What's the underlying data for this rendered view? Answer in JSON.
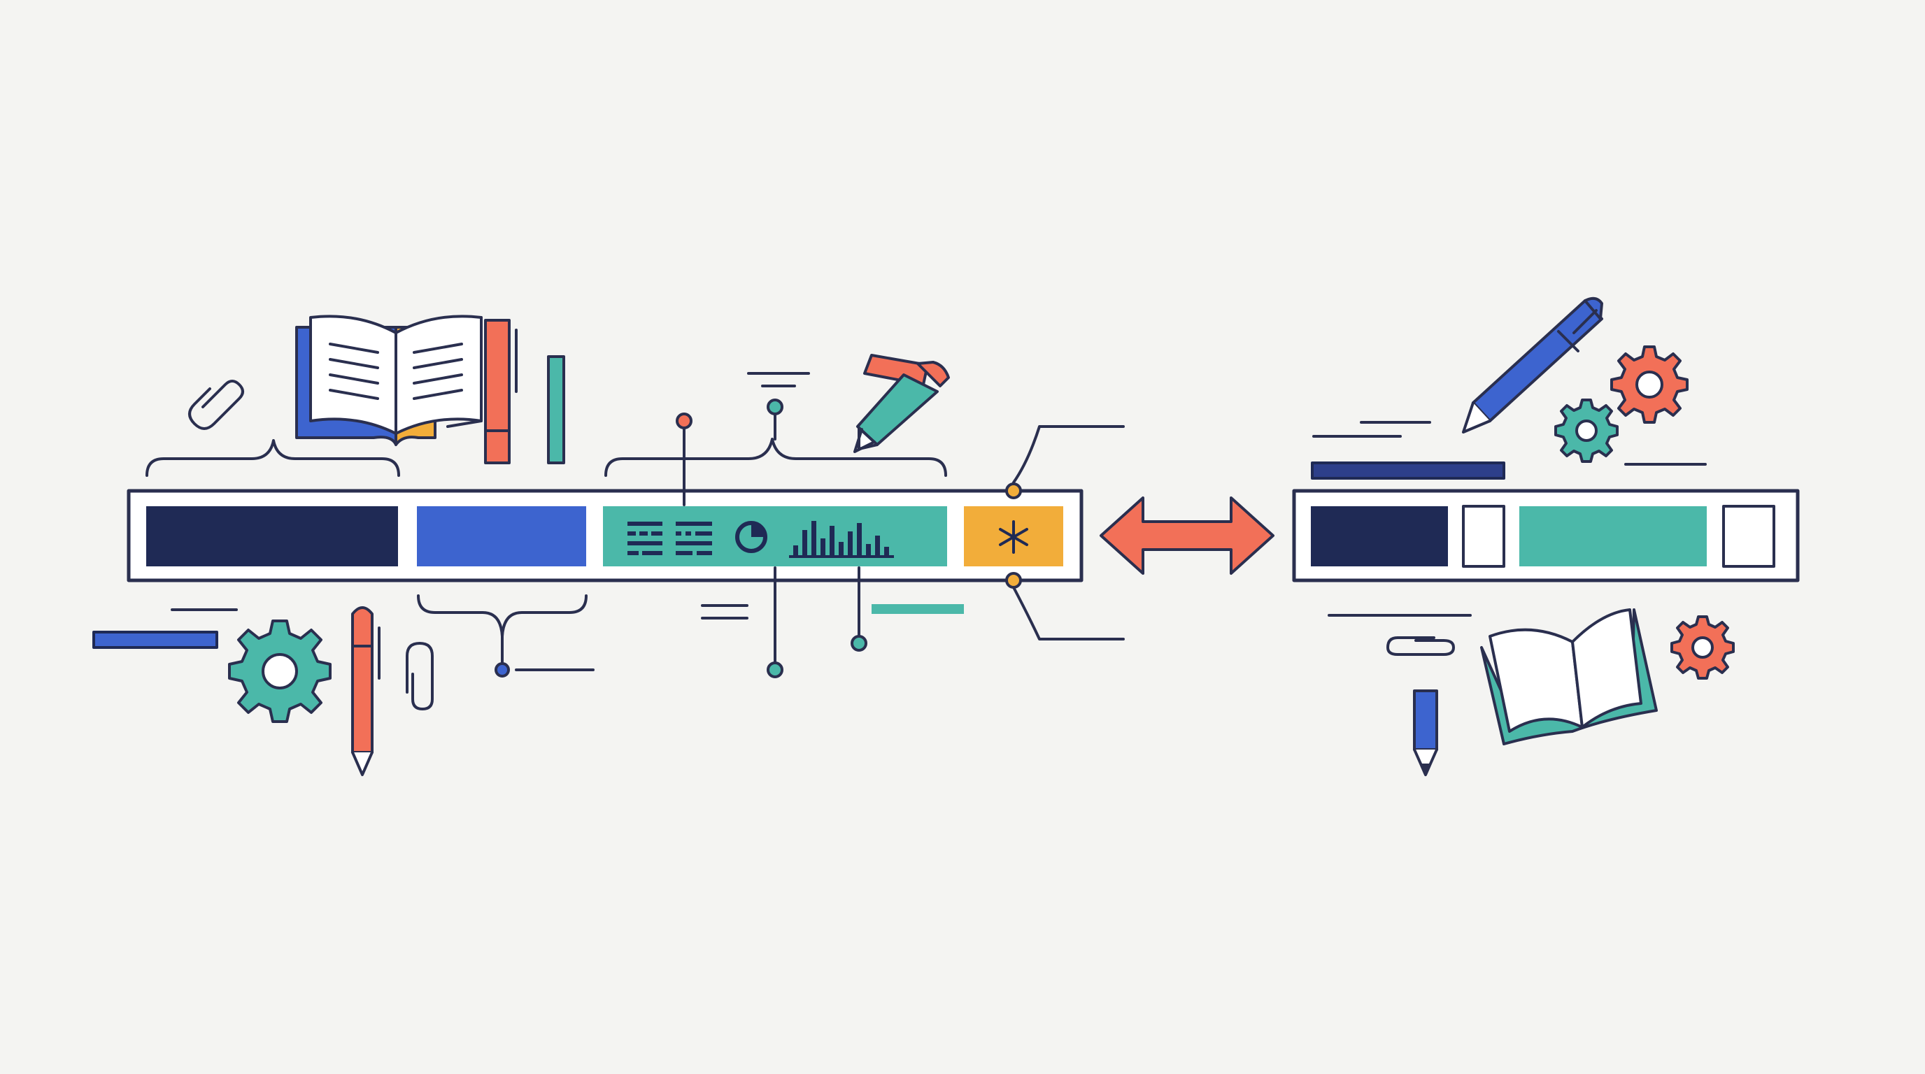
{
  "colors": {
    "background": "#f4f4f2",
    "outline": "#2a2f4f",
    "navy": "#1f2a55",
    "blue": "#3d64cf",
    "teal": "#4bb8a9",
    "amber": "#f2ad3a",
    "coral": "#f27058",
    "white": "#ffffff"
  },
  "icons": [
    "open-book-icon",
    "paperclip-icon",
    "pen-icon",
    "pencil-icon",
    "gear-icon",
    "grid-chart-icon",
    "pie-chart-icon",
    "bar-chart-icon",
    "asterisk-icon",
    "double-arrow-icon"
  ],
  "diagram": {
    "left_bar_segments": [
      "navy",
      "blue",
      "teal",
      "amber"
    ],
    "right_bar_segments": [
      "navy",
      "empty",
      "teal",
      "empty"
    ],
    "connector": "bidirectional"
  }
}
